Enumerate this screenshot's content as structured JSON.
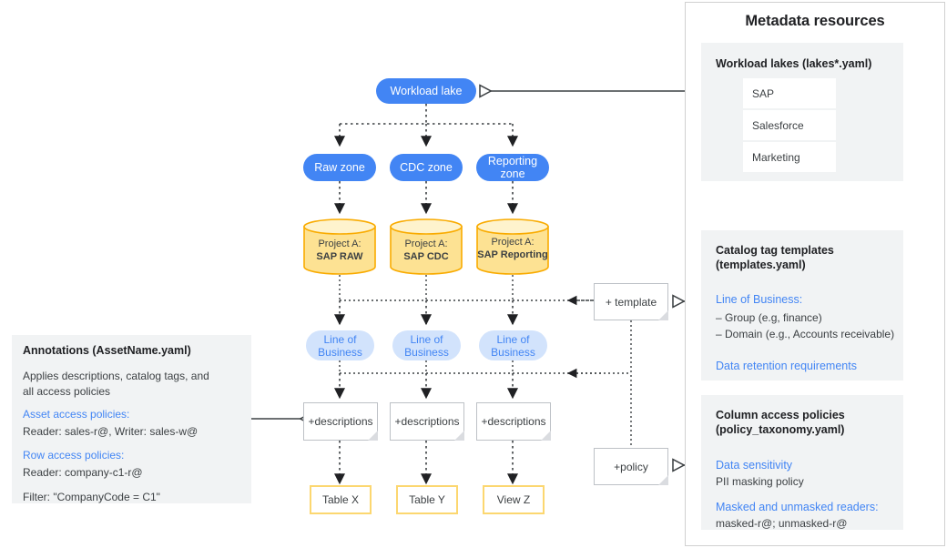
{
  "right_panel": {
    "title": "Metadata resources",
    "cards": [
      {
        "id": "workload-lakes",
        "title": "Workload lakes (lakes*.yaml)",
        "items": [
          "SAP",
          "Salesforce",
          "Marketing"
        ]
      },
      {
        "id": "catalog-tag-templates",
        "title_line1": "Catalog tag templates",
        "title_line2": "(templates.yaml)",
        "heading": "Line of Business:",
        "bullets": [
          "– Group (e.g, finance)",
          "– Domain (e.g., Accounts receivable)"
        ],
        "footer": "Data retention requirements"
      },
      {
        "id": "column-access-policies",
        "title_line1": "Column access policies",
        "title_line2": "(policy_taxonomy.yaml)",
        "heading1": "Data sensitivity",
        "body1": "PII masking policy",
        "heading2": "Masked and unmasked readers:",
        "body2": "masked-r@; unmasked-r@"
      }
    ]
  },
  "annotations": {
    "title": "Annotations (AssetName.yaml)",
    "description_line1": "Applies descriptions, catalog tags, and",
    "description_line2": "all access policies",
    "asset_heading": "Asset access policies:",
    "asset_body": "Reader: sales-r@, Writer: sales-w@",
    "row_heading": "Row access policies:",
    "row_body": "Reader: company-c1-r@",
    "filter": "Filter: \"CompanyCode = C1\""
  },
  "flow": {
    "workload_lake": "Workload lake",
    "zones": [
      "Raw zone",
      "CDC zone",
      "Reporting zone"
    ],
    "projects": [
      {
        "prefix": "Project A:",
        "name": "SAP RAW"
      },
      {
        "prefix": "Project A:",
        "name": "SAP CDC"
      },
      {
        "prefix": "Project A:",
        "name": "SAP Reporting"
      }
    ],
    "lob": [
      "Line of Business",
      "Line of Business",
      "Line of Business"
    ],
    "descriptions": [
      "+descriptions",
      "+descriptions",
      "+descriptions"
    ],
    "outputs": [
      "Table X",
      "Table Y",
      "View Z"
    ],
    "template_note": "+ template",
    "policy_note": "+policy"
  },
  "colors": {
    "accent_blue": "#4285f4",
    "light_blue": "#d2e3fc",
    "cylinder_fill": "#fde293",
    "cylinder_stroke": "#f9ab00",
    "table_border": "#fcd770",
    "panel_gray": "#f1f3f4"
  }
}
